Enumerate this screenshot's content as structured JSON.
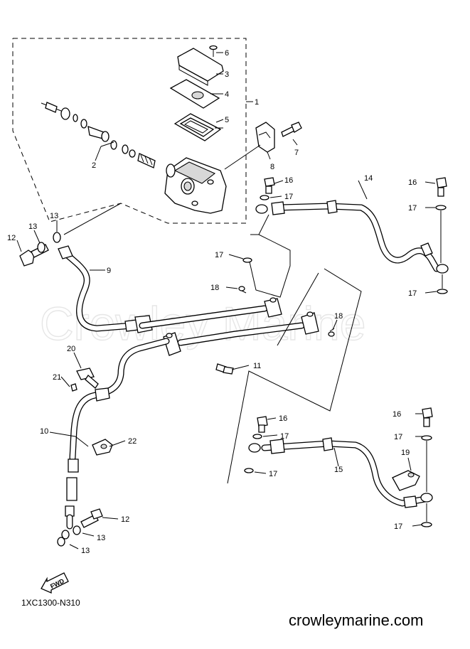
{
  "watermark": "Crowley Marine",
  "diagram_code": "1XC1300-N310",
  "site_name": "crowleymarine.com",
  "fwd_label": "FWD",
  "callouts": {
    "c1": "1",
    "c2": "2",
    "c3": "3",
    "c4": "4",
    "c5": "5",
    "c6": "6",
    "c7": "7",
    "c8": "8",
    "c9": "9",
    "c10": "10",
    "c11": "11",
    "c12a": "12",
    "c12b": "12",
    "c13a": "13",
    "c13b": "13",
    "c13c": "13",
    "c13d": "13",
    "c14": "14",
    "c15": "15",
    "c16a": "16",
    "c16b": "16",
    "c16c": "16",
    "c16d": "16",
    "c17a": "17",
    "c17b": "17",
    "c17c": "17",
    "c17d": "17",
    "c17e": "17",
    "c17f": "17",
    "c17g": "17",
    "c17h": "17",
    "c18a": "18",
    "c18b": "18",
    "c19": "19",
    "c20": "20",
    "c21": "21",
    "c22": "22"
  }
}
